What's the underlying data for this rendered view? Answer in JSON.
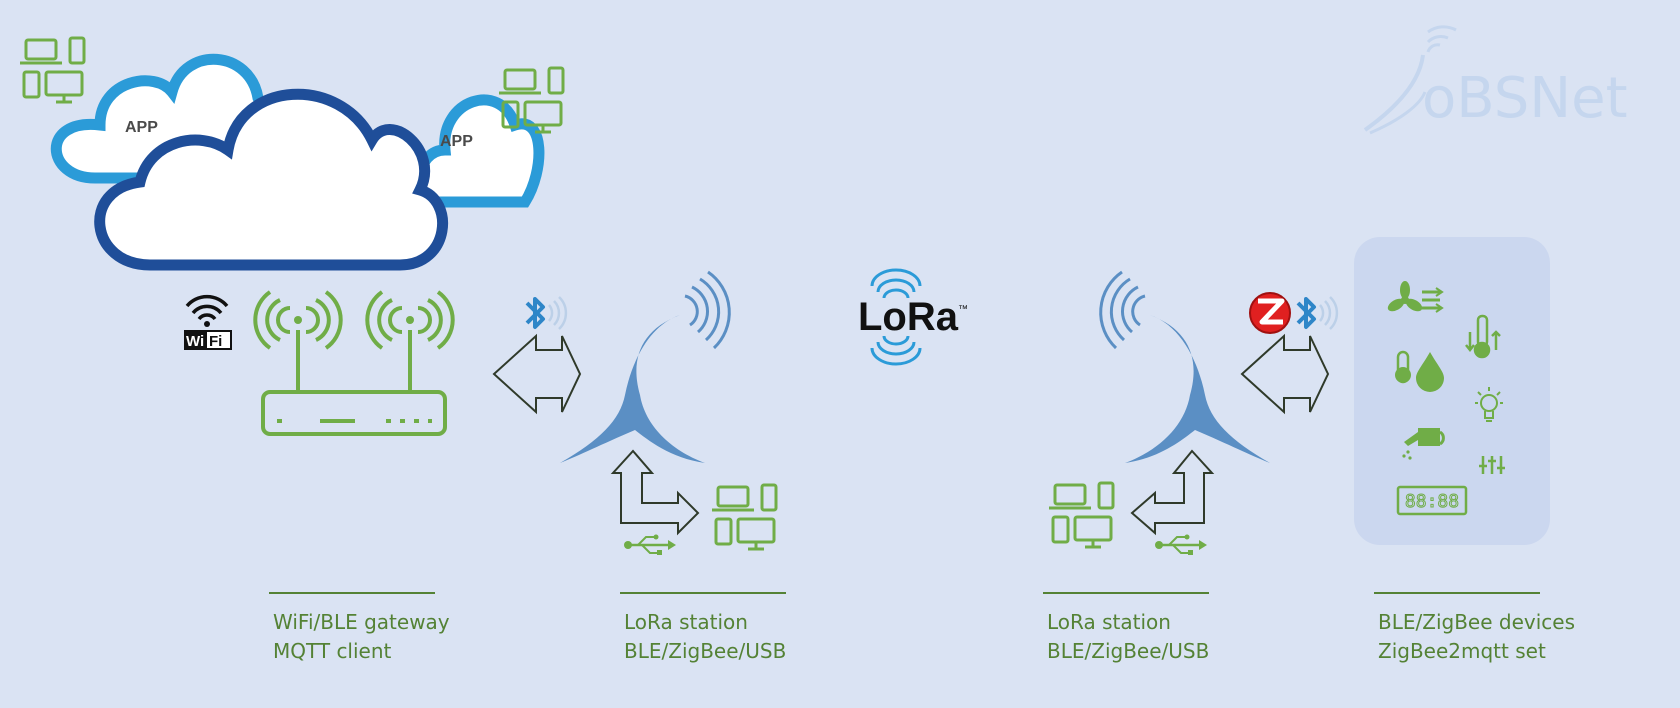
{
  "clouds": {
    "app_left": "APP",
    "app_right": "APP"
  },
  "lora_logo": {
    "text": "LoRa",
    "tm": "™"
  },
  "wifi_logo": {
    "wi": "Wi",
    "fi": "Fi"
  },
  "brand_logo": {
    "text": "oBSNet"
  },
  "labels": [
    {
      "line1": "WiFi/BLE gateway",
      "line2": "MQTT client"
    },
    {
      "line1": "LoRa station",
      "line2": "BLE/ZigBee/USB"
    },
    {
      "line1": "LoRa station",
      "line2": "BLE/ZigBee/USB"
    },
    {
      "line1": "BLE/ZigBee devices",
      "line2": "ZigBee2mqtt set"
    }
  ],
  "devices_panel": {
    "display": "88:88"
  },
  "colors": {
    "background": "#dae3f3",
    "green": "#70ad47",
    "label_green": "#548235",
    "antenna_blue": "#5b8fc4",
    "cloud_dark": "#1f4e99",
    "cloud_light": "#2b9bd8"
  }
}
